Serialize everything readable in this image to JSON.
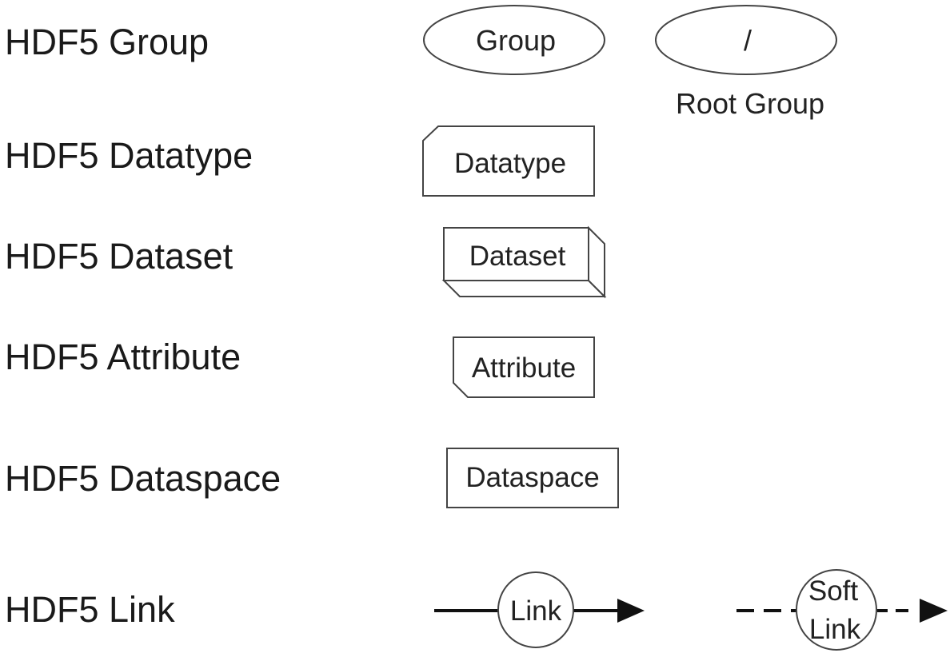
{
  "labels": {
    "group": "HDF5 Group",
    "datatype": "HDF5 Datatype",
    "dataset": "HDF5 Dataset",
    "attribute": "HDF5 Attribute",
    "dataspace": "HDF5 Dataspace",
    "link": "HDF5 Link"
  },
  "shapes": {
    "group": "Group",
    "root_group": "/",
    "root_caption": "Root Group",
    "datatype": "Datatype",
    "dataset": "Dataset",
    "attribute": "Attribute",
    "dataspace": "Dataspace",
    "link": "Link",
    "soft_link_line1": "Soft",
    "soft_link_line2": "Link"
  }
}
